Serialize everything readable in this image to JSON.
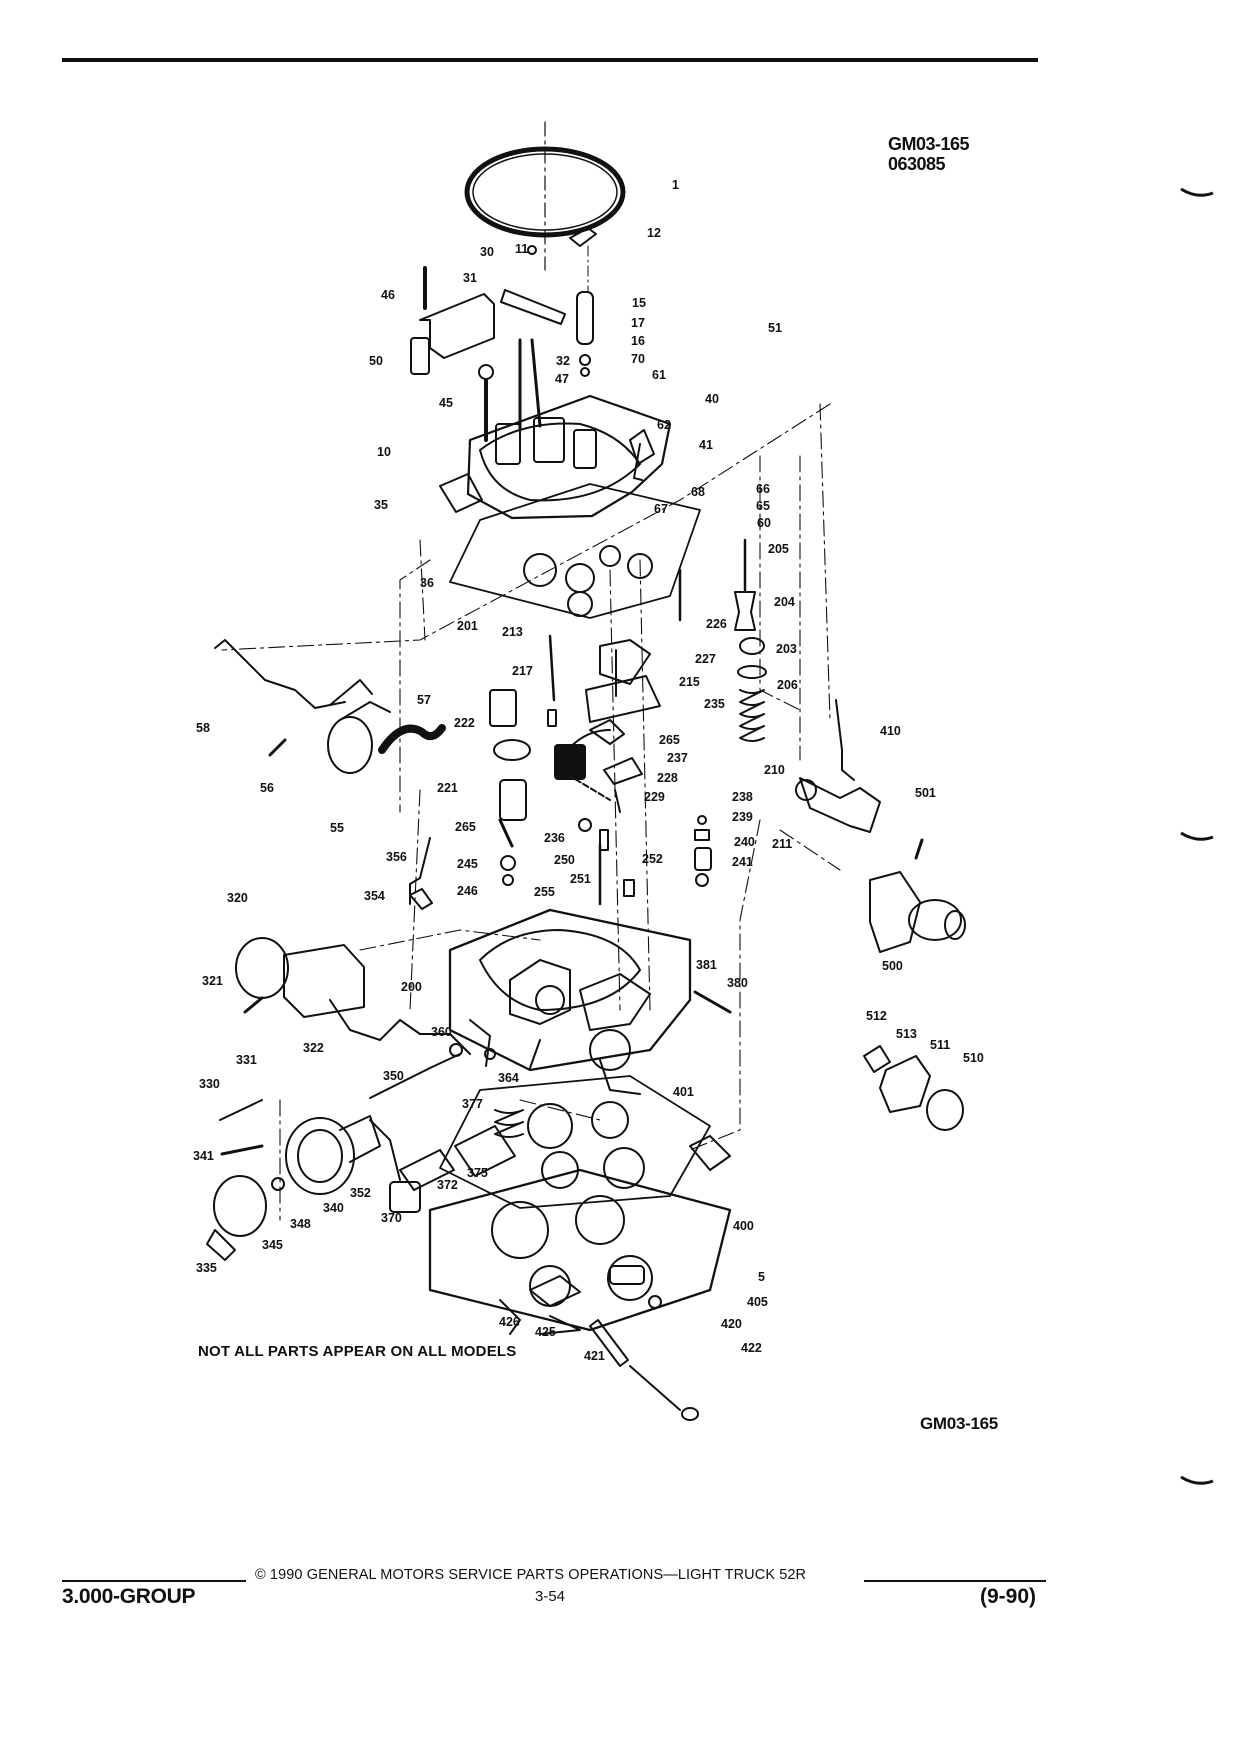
{
  "header": {
    "figure_id": "GM03-165",
    "figure_date_code": "063085"
  },
  "diagram": {
    "note": "NOT ALL PARTS APPEAR ON ALL MODELS",
    "figure_id_bottom": "GM03-165",
    "callouts": [
      "1",
      "12",
      "11",
      "30",
      "31",
      "46",
      "15",
      "17",
      "16",
      "70",
      "51",
      "50",
      "32",
      "47",
      "61",
      "40",
      "45",
      "62",
      "41",
      "10",
      "68",
      "66",
      "65",
      "67",
      "60",
      "35",
      "205",
      "36",
      "201",
      "226",
      "204",
      "213",
      "227",
      "203",
      "217",
      "215",
      "206",
      "58",
      "57",
      "235",
      "222",
      "265",
      "410",
      "237",
      "56",
      "228",
      "210",
      "221",
      "229",
      "238",
      "501",
      "239",
      "55",
      "265",
      "236",
      "240",
      "211",
      "356",
      "245",
      "250",
      "241",
      "252",
      "251",
      "246",
      "354",
      "255",
      "320",
      "381",
      "380",
      "321",
      "200",
      "500",
      "512",
      "513",
      "511",
      "360",
      "322",
      "510",
      "364",
      "331",
      "350",
      "330",
      "401",
      "377",
      "341",
      "375",
      "372",
      "352",
      "370",
      "340",
      "348",
      "400",
      "345",
      "335",
      "5",
      "405",
      "426",
      "425",
      "420",
      "421",
      "422"
    ]
  },
  "footer": {
    "copyright": "© 1990 GENERAL MOTORS SERVICE PARTS OPERATIONS—LIGHT TRUCK 52R",
    "group": "3.000-GROUP",
    "page": "3-54",
    "date": "(9-90)"
  }
}
